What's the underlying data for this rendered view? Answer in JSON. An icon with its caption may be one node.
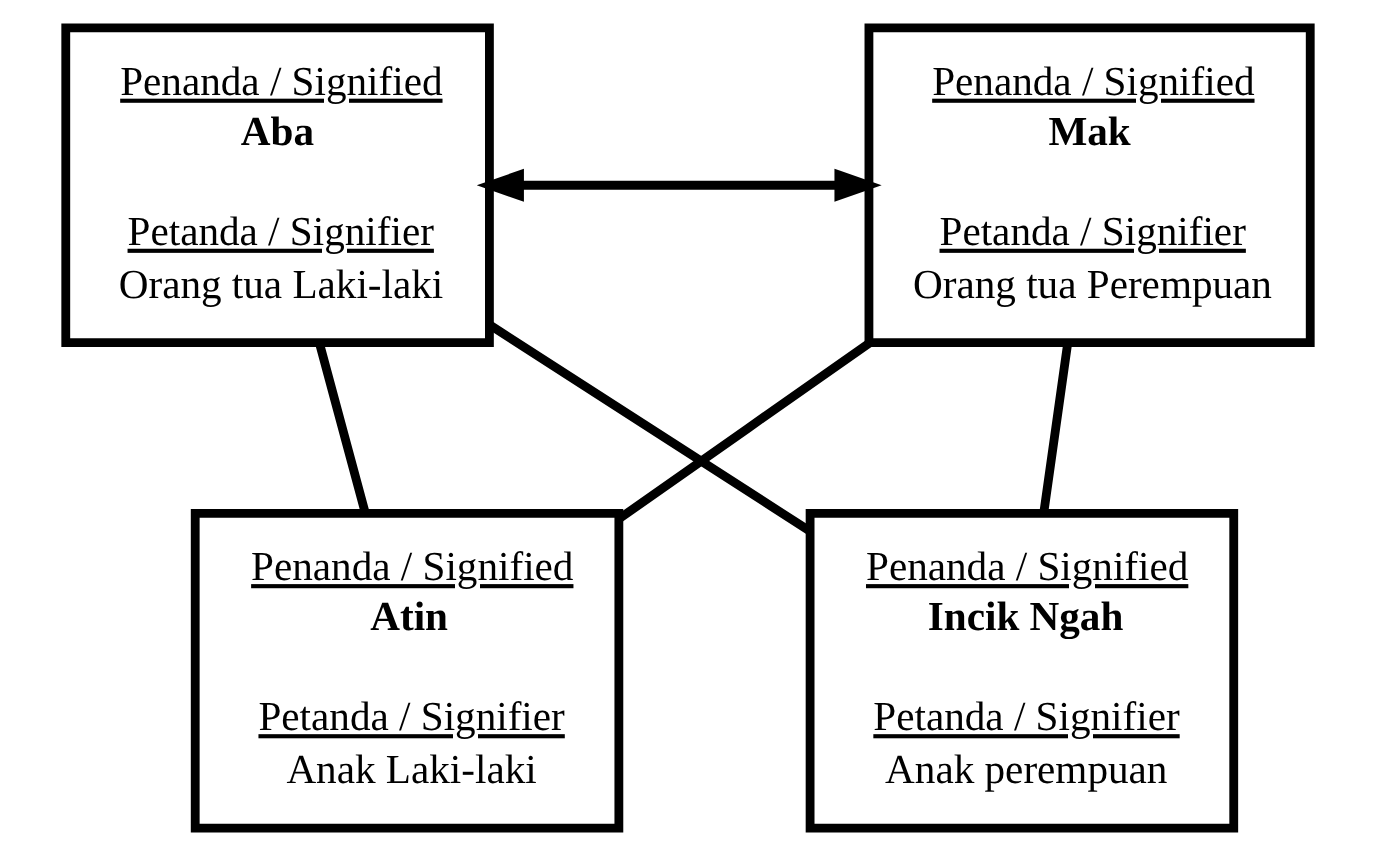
{
  "diagram": {
    "nodes": [
      {
        "text": [
          "Penanda / Signified",
          "Aba",
          "Petanda / Signifier",
          "Orang tua Laki-laki"
        ]
      },
      {
        "text": [
          "Penanda / Signified",
          "Mak",
          "Petanda / Signifier",
          "Orang tua Perempuan"
        ]
      },
      {
        "text": [
          "Penanda / Signified",
          "Atin",
          "Petanda / Signifier",
          "Anak Laki-laki"
        ]
      },
      {
        "text": [
          "Penanda / Signified",
          "Incik Ngah",
          "Petanda / Signifier",
          "Anak perempuan"
        ]
      }
    ],
    "edges": [
      {
        "from": 0,
        "to": 1,
        "arrow": "both"
      },
      {
        "from": 0,
        "to": 2,
        "arrow": "none"
      },
      {
        "from": 0,
        "to": 3,
        "arrow": "none"
      },
      {
        "from": 1,
        "to": 2,
        "arrow": "none"
      },
      {
        "from": 1,
        "to": 3,
        "arrow": "none"
      }
    ]
  }
}
